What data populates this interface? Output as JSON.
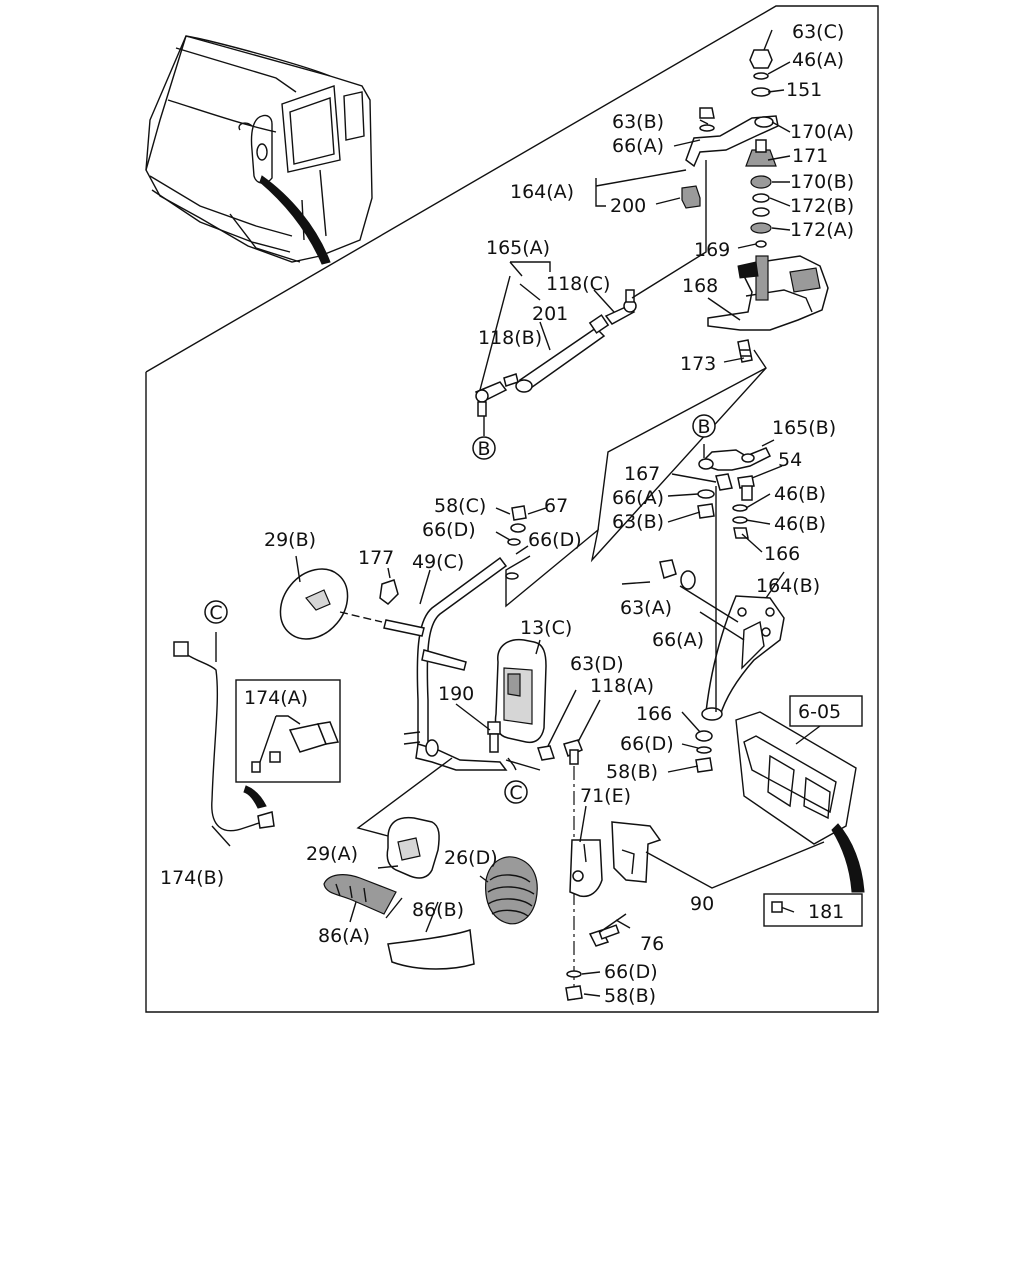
{
  "diagram": {
    "labels": [
      {
        "id": "l1",
        "text": "63(C)"
      },
      {
        "id": "l2",
        "text": "46(A)"
      },
      {
        "id": "l3",
        "text": "151"
      },
      {
        "id": "l4",
        "text": "63(B)"
      },
      {
        "id": "l5",
        "text": "66(A)"
      },
      {
        "id": "l6",
        "text": "170(A)"
      },
      {
        "id": "l7",
        "text": "171"
      },
      {
        "id": "l8",
        "text": "164(A)"
      },
      {
        "id": "l9",
        "text": "170(B)"
      },
      {
        "id": "l10",
        "text": "200"
      },
      {
        "id": "l11",
        "text": "172(B)"
      },
      {
        "id": "l12",
        "text": "172(A)"
      },
      {
        "id": "l13",
        "text": "165(A)"
      },
      {
        "id": "l14",
        "text": "169"
      },
      {
        "id": "l15",
        "text": "118(C)"
      },
      {
        "id": "l16",
        "text": "168"
      },
      {
        "id": "l17",
        "text": "201"
      },
      {
        "id": "l18",
        "text": "118(B)"
      },
      {
        "id": "l19",
        "text": "173"
      },
      {
        "id": "l20",
        "text": "165(B)"
      },
      {
        "id": "l21",
        "text": "54"
      },
      {
        "id": "l22",
        "text": "167"
      },
      {
        "id": "l23",
        "text": "66(A)"
      },
      {
        "id": "l24",
        "text": "46(B)"
      },
      {
        "id": "l25",
        "text": "58(C)"
      },
      {
        "id": "l26",
        "text": "67"
      },
      {
        "id": "l27",
        "text": "63(B)"
      },
      {
        "id": "l28",
        "text": "46(B)"
      },
      {
        "id": "l29",
        "text": "66(D)"
      },
      {
        "id": "l30",
        "text": "166"
      },
      {
        "id": "l31",
        "text": "29(B)"
      },
      {
        "id": "l32",
        "text": "66(D)"
      },
      {
        "id": "l33",
        "text": "177"
      },
      {
        "id": "l34",
        "text": "49(C)"
      },
      {
        "id": "l35",
        "text": "164(B)"
      },
      {
        "id": "l36",
        "text": "63(A)"
      },
      {
        "id": "l37",
        "text": "66(A)"
      },
      {
        "id": "l38",
        "text": "13(C)"
      },
      {
        "id": "l39",
        "text": "63(D)"
      },
      {
        "id": "l40",
        "text": "118(A)"
      },
      {
        "id": "l41",
        "text": "174(A)"
      },
      {
        "id": "l42",
        "text": "190"
      },
      {
        "id": "l43",
        "text": "166"
      },
      {
        "id": "l44",
        "text": "6-05"
      },
      {
        "id": "l45",
        "text": "66(D)"
      },
      {
        "id": "l46",
        "text": "58(B)"
      },
      {
        "id": "l47",
        "text": "71(E)"
      },
      {
        "id": "l48",
        "text": "29(A)"
      },
      {
        "id": "l49",
        "text": "26(D)"
      },
      {
        "id": "l50",
        "text": "174(B)"
      },
      {
        "id": "l51",
        "text": "90"
      },
      {
        "id": "l52",
        "text": "86(B)"
      },
      {
        "id": "l53",
        "text": "86(A)"
      },
      {
        "id": "l54",
        "text": "181"
      },
      {
        "id": "l55",
        "text": "76"
      },
      {
        "id": "l56",
        "text": "66(D)"
      },
      {
        "id": "l57",
        "text": "58(B)"
      }
    ],
    "circle_refs": [
      {
        "id": "c1",
        "text": "B"
      },
      {
        "id": "c2",
        "text": "B"
      },
      {
        "id": "c3",
        "text": "C"
      },
      {
        "id": "c4",
        "text": "C"
      }
    ]
  }
}
